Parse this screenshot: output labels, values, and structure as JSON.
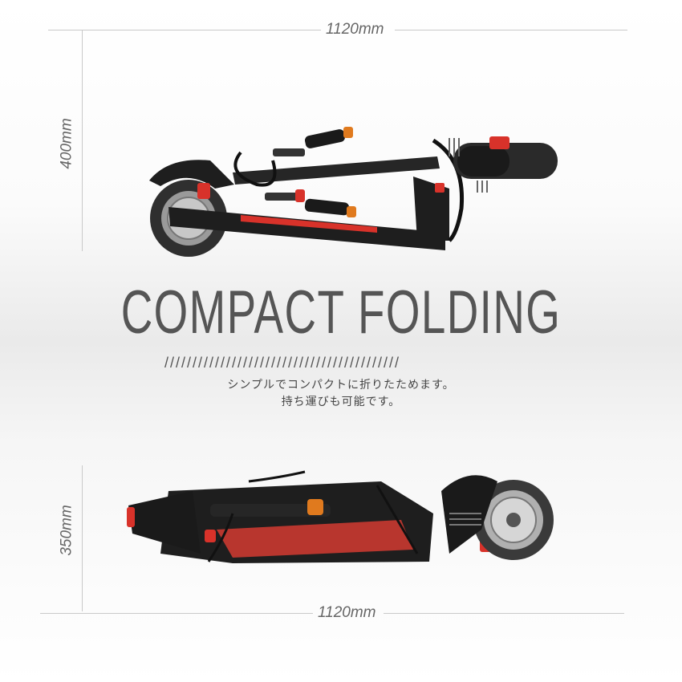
{
  "dimensions": {
    "top_width": "1120mm",
    "height_upright": "400mm",
    "height_flat": "350mm",
    "bottom_width": "1120mm"
  },
  "headline": "COMPACT FOLDING",
  "divider": "//////////////////////////////////////////",
  "caption": {
    "line1": "シンプルでコンパクトに折りたためます。",
    "line2": "持ち運びも可能です。"
  },
  "colors": {
    "accent_red": "#d8322a",
    "turn_signal_orange": "#e07a1e",
    "frame_black": "#1e1e1e",
    "tire_grey": "#3a3a3a"
  }
}
